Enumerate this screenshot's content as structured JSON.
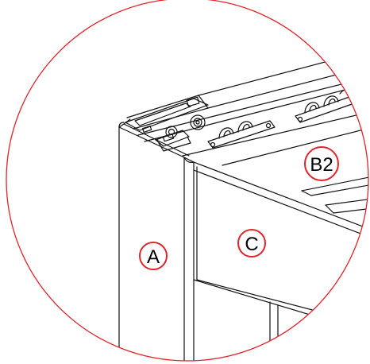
{
  "diagram": {
    "labels": {
      "a": "A",
      "c": "C",
      "b2": "B2"
    },
    "colors": {
      "callout_circle": "#e0242b",
      "line": "#111111",
      "label_circle": "#e0242b"
    }
  }
}
